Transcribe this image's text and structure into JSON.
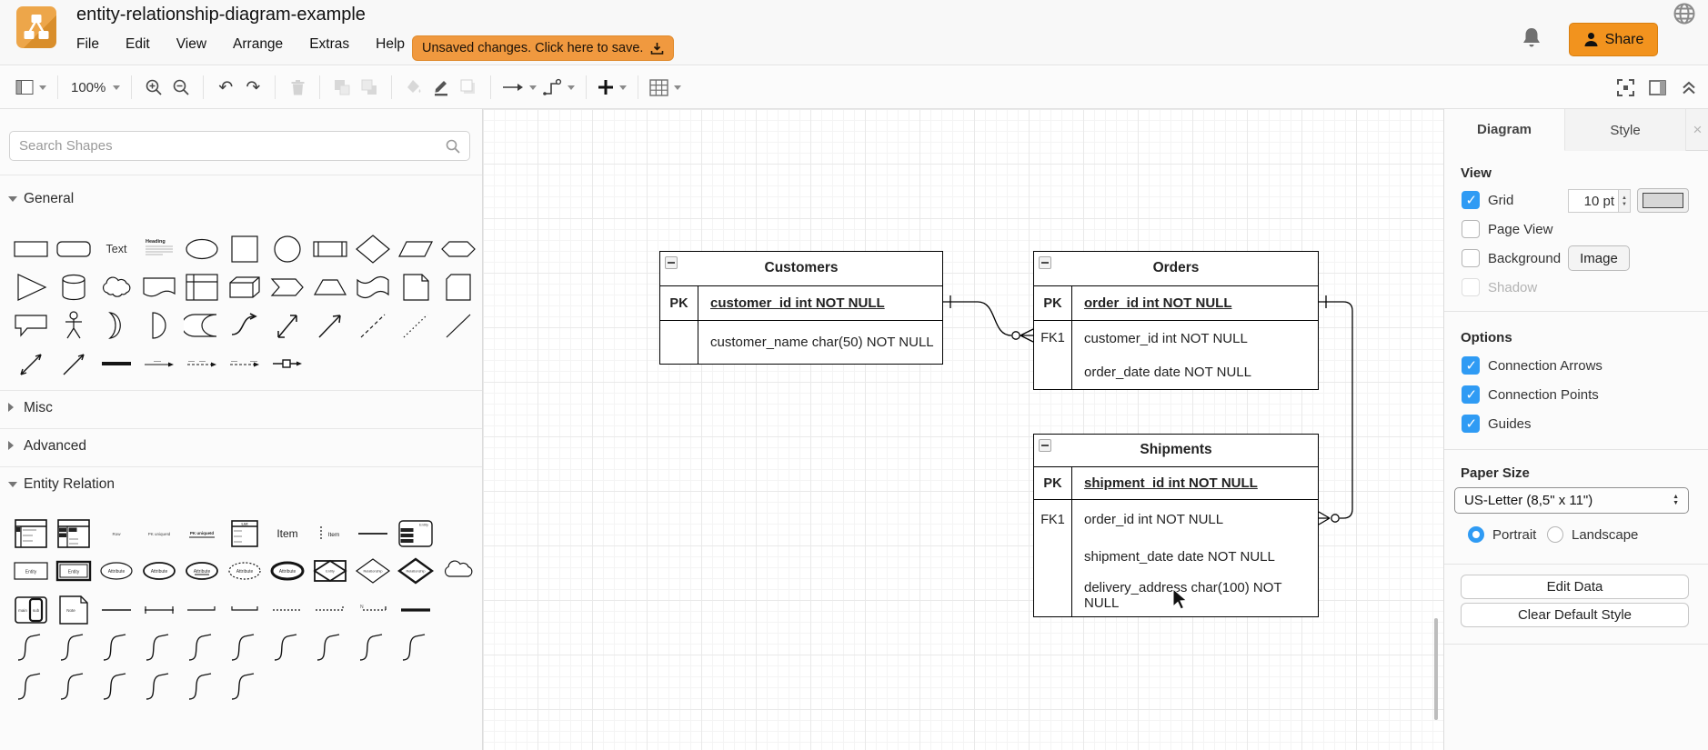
{
  "header": {
    "title": "entity-relationship-diagram-example",
    "menus": [
      "File",
      "Edit",
      "View",
      "Arrange",
      "Extras",
      "Help"
    ],
    "unsaved_banner": "Unsaved changes. Click here to save.",
    "share_label": "Share"
  },
  "toolbar": {
    "zoom_level": "100%"
  },
  "sidebar": {
    "search_placeholder": "Search Shapes",
    "sections": [
      {
        "label": "General",
        "expanded": true
      },
      {
        "label": "Misc",
        "expanded": false
      },
      {
        "label": "Advanced",
        "expanded": false
      },
      {
        "label": "Entity Relation",
        "expanded": true
      }
    ],
    "palette": {
      "text": "Text",
      "heading": "Heading",
      "item": "Item",
      "list": "List",
      "row": "Row",
      "pk_row": "PK uniqueId",
      "entity": "Entity",
      "attribute": "Attribute",
      "relationship": "Relationship",
      "note": "Note",
      "main": "main",
      "sub": "sub"
    }
  },
  "canvas": {
    "tables": [
      {
        "name": "Customers",
        "rows": [
          {
            "key": "PK",
            "text": "customer_id int NOT NULL",
            "primary": true
          },
          {
            "key": "",
            "text": "customer_name char(50) NOT NULL"
          }
        ]
      },
      {
        "name": "Orders",
        "rows": [
          {
            "key": "PK",
            "text": "order_id int NOT NULL",
            "primary": true
          },
          {
            "key": "FK1",
            "text": "customer_id int NOT NULL"
          },
          {
            "key": "",
            "text": "order_date date NOT NULL"
          }
        ]
      },
      {
        "name": "Shipments",
        "rows": [
          {
            "key": "PK",
            "text": "shipment_id int NOT NULL",
            "primary": true
          },
          {
            "key": "FK1",
            "text": "order_id int NOT NULL"
          },
          {
            "key": "",
            "text": "shipment_date date NOT NULL"
          },
          {
            "key": "",
            "text": "delivery_address char(100) NOT NULL"
          }
        ]
      }
    ],
    "relationships": [
      {
        "from": "Customers",
        "to": "Orders",
        "type": "one-to-many"
      },
      {
        "from": "Orders",
        "to": "Shipments",
        "type": "one-to-many"
      }
    ]
  },
  "panel": {
    "tabs": [
      "Diagram",
      "Style"
    ],
    "active_tab": "Diagram",
    "close_label": "×",
    "view": {
      "title": "View",
      "grid": {
        "label": "Grid",
        "checked": true,
        "size": "10 pt"
      },
      "page_view": {
        "label": "Page View",
        "checked": false
      },
      "background": {
        "label": "Background",
        "checked": false,
        "button": "Image"
      },
      "shadow": {
        "label": "Shadow",
        "checked": false,
        "disabled": true
      }
    },
    "options": {
      "title": "Options",
      "items": [
        {
          "label": "Connection Arrows",
          "checked": true
        },
        {
          "label": "Connection Points",
          "checked": true
        },
        {
          "label": "Guides",
          "checked": true
        }
      ]
    },
    "paper": {
      "title": "Paper Size",
      "value": "US-Letter (8,5\" x 11\")",
      "portrait_label": "Portrait",
      "landscape_label": "Landscape",
      "orientation": "portrait"
    },
    "buttons": {
      "edit_data": "Edit Data",
      "clear_default_style": "Clear Default Style"
    }
  },
  "colors": {
    "accent": "#f2931e",
    "selection_blue": "#2f9bf4",
    "grid_line": "#f0f0f0"
  }
}
